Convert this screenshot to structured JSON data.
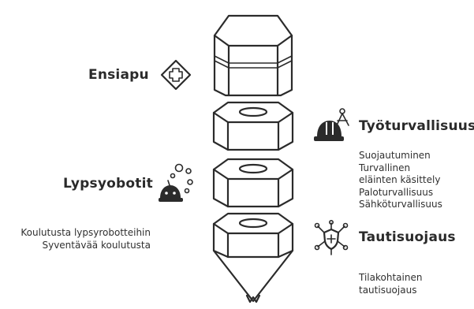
{
  "sections": {
    "ensiapu": {
      "title": "Ensiapu",
      "icon": "first-aid-diamond-icon"
    },
    "tyoturvallisuus": {
      "title": "Työturvallisuus",
      "icon": "hard-hat-compass-icon",
      "items": [
        "Suojautuminen",
        "Turvallinen",
        "eläinten käsittely",
        "Paloturvallisuus",
        "Sähköturvallisuus"
      ]
    },
    "lypsyobotit": {
      "title": "Lypsyobotit",
      "icon": "robot-bubbles-icon"
    },
    "koulutus": {
      "items": [
        "Koulutusta lypsyrobotteihin",
        "Syventävää koulutusta"
      ]
    },
    "tautisuojaus": {
      "title": "Tautisuojaus",
      "icon": "virus-shield-icon",
      "items": [
        "Tilakohtainen",
        "tautisuojaus"
      ]
    }
  },
  "center": {
    "icon": "pencil-stack-icon"
  }
}
